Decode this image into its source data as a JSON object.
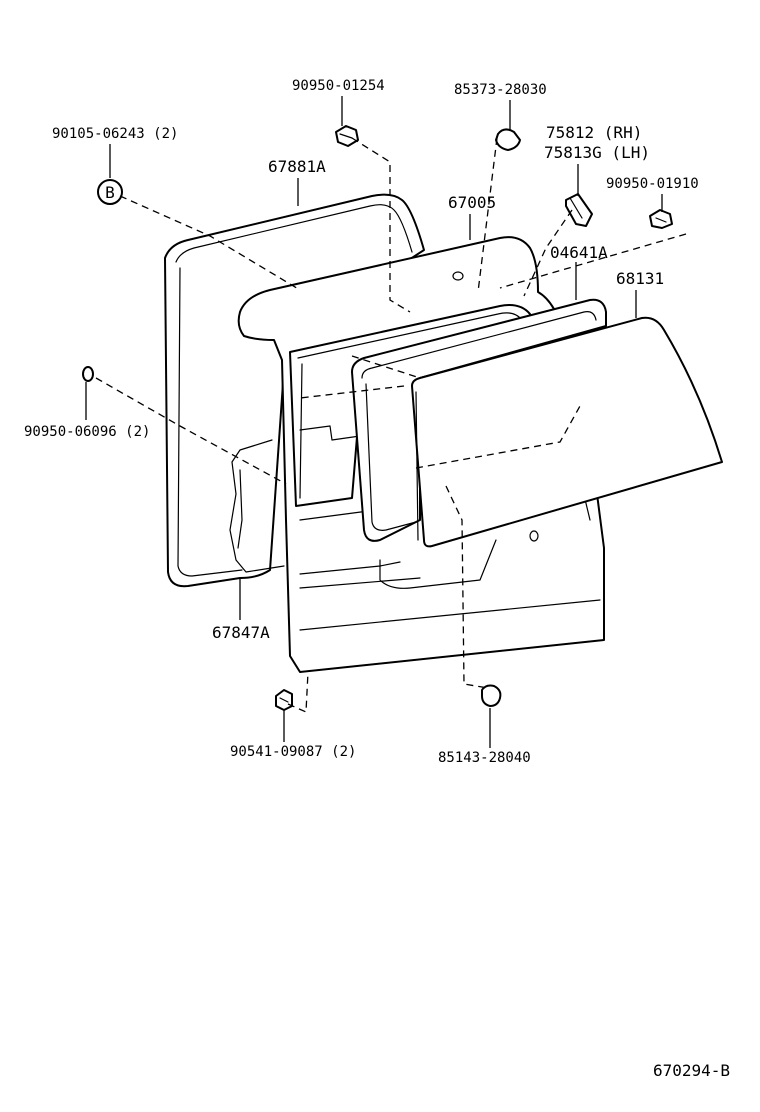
{
  "diagram": {
    "callouts": {
      "p90950_01254": "90950-01254",
      "p85373_28030": "85373-28030",
      "p90105_06243": "90105-06243 (2)",
      "p75812": "75812 (RH)",
      "p75813G": "75813G (LH)",
      "p67881A": "67881A",
      "p90950_01910": "90950-01910",
      "p67005": "67005",
      "p04641A": "04641A",
      "p68131": "68131",
      "p90950_06096": "90950-06096 (2)",
      "p67847A": "67847A",
      "p90541_09087": "90541-09087 (2)",
      "p85143_28040": "85143-28040"
    },
    "marker_b": "B",
    "figure_code": "670294-B"
  }
}
